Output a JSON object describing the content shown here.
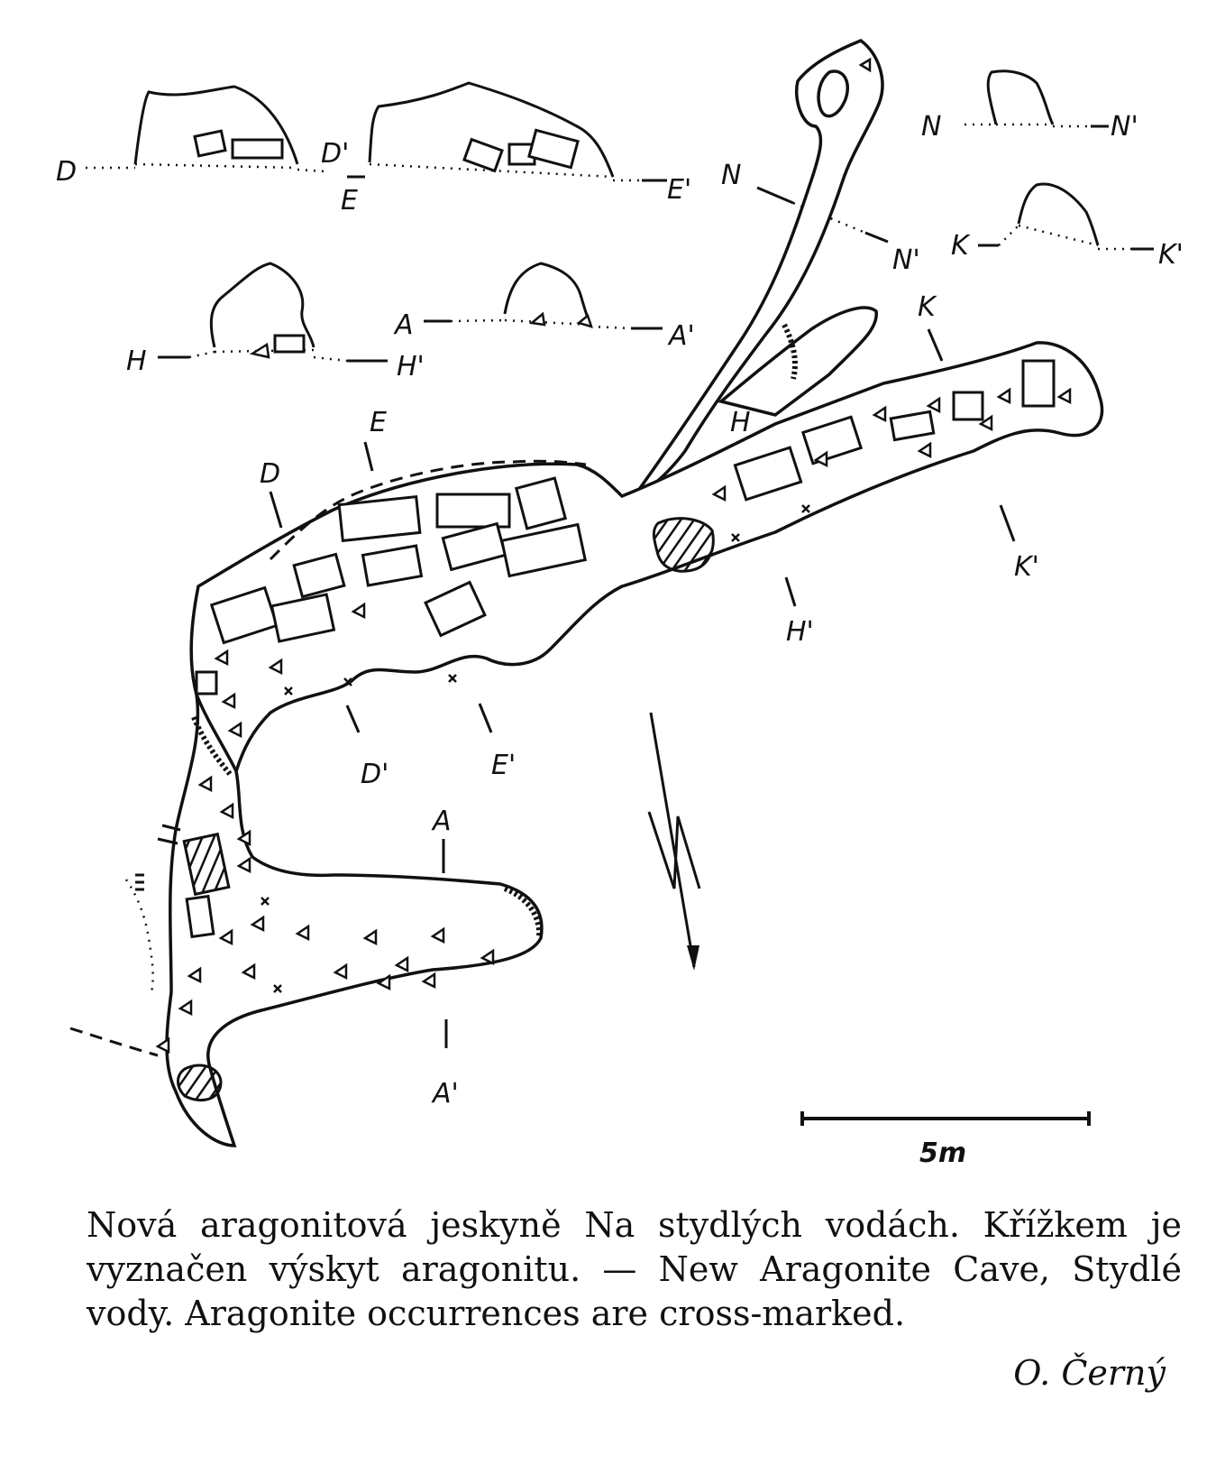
{
  "section_labels": {
    "D": "D",
    "D_prime": "D'",
    "E": "E",
    "E_prime": "E'",
    "N": "N",
    "N_prime": "N'",
    "K": "K",
    "K_prime": "K'",
    "H": "H",
    "H_prime": "H'",
    "A": "A",
    "A_prime": "A'"
  },
  "plan_labels": {
    "D": "D",
    "D_prime": "D'",
    "E": "E",
    "E_prime": "E'",
    "H": "H",
    "H_prime": "H'",
    "K": "K",
    "K_prime": "K'",
    "A": "A",
    "A_prime": "A'",
    "H_inner": "H"
  },
  "scale_bar": {
    "label": "5m"
  },
  "caption": "Nová aragonitová jeskyně Na stydlých vodách. Křížkem je vyznačen výskyt aragonitu. — New Aragonite Cave, Stydlé vody. Aragonite occurrences are cross-marked.",
  "author": "O. Černý"
}
